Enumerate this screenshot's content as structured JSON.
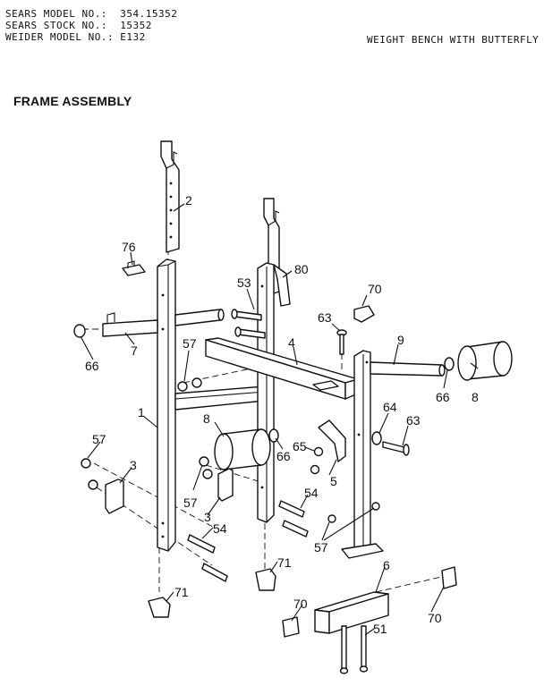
{
  "header": {
    "sears_model_label": "SEARS MODEL NO.:",
    "sears_model_value": "354.15352",
    "sears_stock_label": "SEARS STOCK NO.:",
    "sears_stock_value": "15352",
    "weider_model_label": "WEIDER MODEL NO.:",
    "weider_model_value": "E132",
    "product_name": "WEIGHT BENCH WITH BUTTERFLY"
  },
  "section_title": "FRAME ASSEMBLY",
  "callouts": {
    "c2": "2",
    "c76": "76",
    "c53": "53",
    "c80": "80",
    "c70a": "70",
    "c63a": "63",
    "c9": "9",
    "c66a": "66",
    "c7": "7",
    "c57a": "57",
    "c4": "4",
    "c66b": "66",
    "c8a": "8",
    "c1": "1",
    "c8b": "8",
    "c66c": "66",
    "c64": "64",
    "c63b": "63",
    "c65": "65",
    "c5": "5",
    "c57b": "57",
    "c3a": "3",
    "c57c": "57",
    "c3b": "3",
    "c54a": "54",
    "c54b": "54",
    "c57d": "57",
    "c71a": "71",
    "c6": "6",
    "c71b": "71",
    "c70b": "70",
    "c70c": "70",
    "c51": "51"
  }
}
